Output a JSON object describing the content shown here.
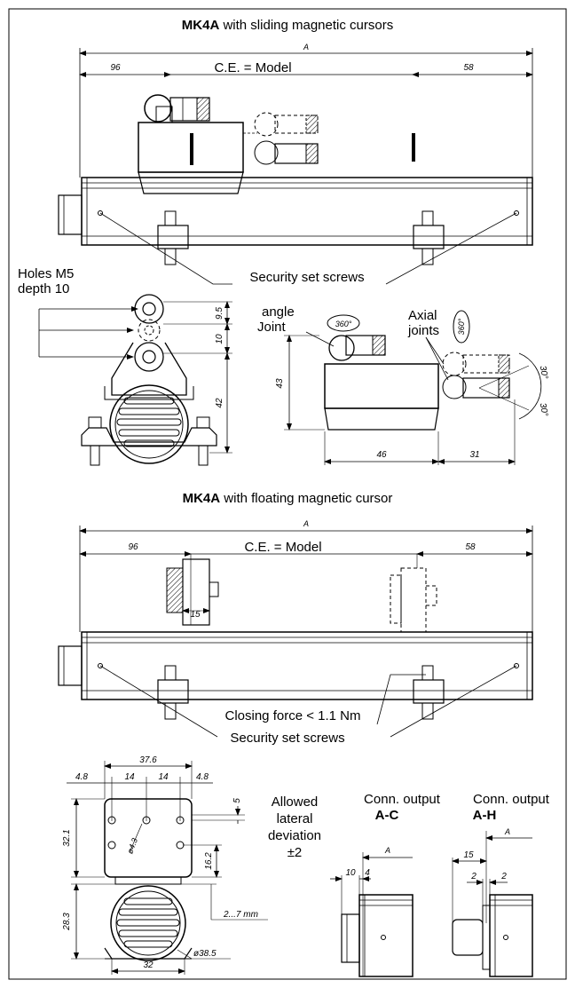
{
  "section1": {
    "title_bold": "MK4A",
    "title_rest": " with sliding magnetic cursors",
    "dim_total": "A",
    "dim_left": "96",
    "dim_right": "58",
    "ce_label": "C.E. = Model",
    "holes_line1": "Holes M5",
    "holes_line2": "depth 10",
    "security_screws": "Security set screws"
  },
  "side_view": {
    "dim_95": "9.5",
    "dim_10": "10",
    "dim_42": "42"
  },
  "joint_view": {
    "angle_line1": "angle",
    "angle_line2": "Joint",
    "rot_a": "360°",
    "axial_line1": "Axial",
    "axial_line2": "joints",
    "rot_b": "360°",
    "dim_43": "43",
    "dim_46": "46",
    "dim_31": "31",
    "angle_up": "30°",
    "angle_down": "30°"
  },
  "section2": {
    "title_bold": "MK4A",
    "title_rest": " with floating magnetic cursor",
    "dim_total": "A",
    "dim_left": "96",
    "dim_right": "58",
    "ce_label": "C.E. = Model",
    "dim_15": "15",
    "closing_force": "Closing force < 1.1 Nm",
    "security_screws": "Security set screws"
  },
  "end_view": {
    "dim_376": "37.6",
    "dim_48a": "4.8",
    "dim_14a": "14",
    "dim_14b": "14",
    "dim_48b": "4.8",
    "dim_5": "5",
    "dim_321": "32.1",
    "dim_43dia": "ø4.3",
    "dim_162": "16.2",
    "dim_27": "2...7 mm",
    "dim_283": "28.3",
    "dim_385": "ø38.5",
    "dim_32": "32"
  },
  "deviation": {
    "line1": "Allowed",
    "line2": "lateral",
    "line3": "deviation",
    "line4": "±2"
  },
  "conn_ac": {
    "title": "Conn. output",
    "code": "A-C",
    "dim_a": "A",
    "dim_10": "10",
    "dim_4": "4"
  },
  "conn_ah": {
    "title": "Conn. output",
    "code": "A-H",
    "dim_a": "A",
    "dim_15": "15",
    "dim_2a": "2",
    "dim_2b": "2"
  }
}
